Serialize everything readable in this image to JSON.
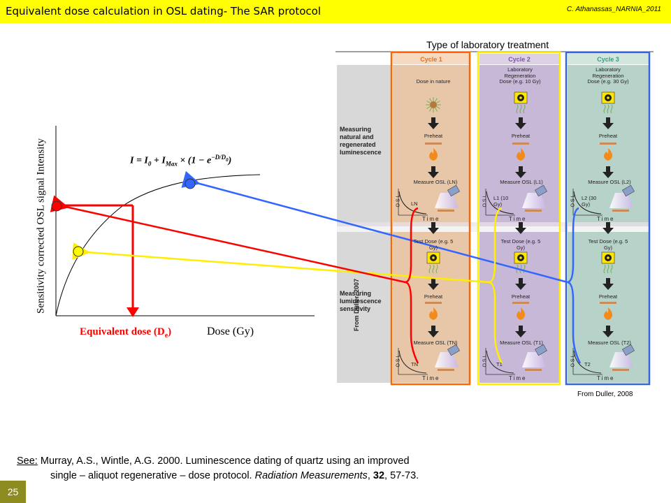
{
  "header": {
    "title": "Equivalent dose calculation in OSL dating- The SAR protocol",
    "author": "C. Athanassas_NARNIA_2011"
  },
  "graph": {
    "ylabel": "Sensitivity corrected OSL  signal Intensity",
    "xlabel_eq": "Equivalent dose (De)",
    "xlabel_dose": "Dose (Gy)",
    "formula": "I = I0 + IMax × (1 − e^(−D/D0))"
  },
  "figure": {
    "title": "Type of laboratory treatment",
    "row_labels": {
      "natural": "Measuring natural and regenerated luminescence",
      "sensitivity": "Measuring luminescence sensitivity"
    },
    "side_credit": "From Duller, 2007",
    "cycles": [
      {
        "name": "Cycle 1",
        "dose": "Dose in nature",
        "preheat": "Preheat",
        "measure": "Measure OSL (LN)",
        "curve": "LN",
        "testdose": "Test Dose (e.g. 5 Gy)",
        "preheat2": "Preheat",
        "measure2": "Measure OSL (TN)",
        "curve2": "TN"
      },
      {
        "name": "Cycle 2",
        "dose": "Laboratory Regeneration Dose (e.g. 10 Gy)",
        "preheat": "Preheat",
        "measure": "Measure OSL (L1)",
        "curve": "L1 (10 Gy)",
        "testdose": "Test Dose (e.g. 5 Gy)",
        "preheat2": "Preheat",
        "measure2": "Measure OSL (T1)",
        "curve2": "T1"
      },
      {
        "name": "Cycle 3",
        "dose": "Laboratory Regeneration Dose (e.g. 30 Gy)",
        "preheat": "Preheat",
        "measure": "Measure OSL (L2)",
        "curve": "L2 (30 Gy)",
        "testdose": "Test Dose (e.g. 5 Gy)",
        "preheat2": "Preheat",
        "measure2": "Measure OSL (T2)",
        "curve2": "T2"
      }
    ],
    "axis_time": "Time",
    "axis_osl": "OSL",
    "credit": "From Duller, 2008"
  },
  "reference": {
    "see": "See:",
    "line1": "Murray, A.S., Wintle,  A.G. 2000.  Luminescence dating of quartz using an improved",
    "line2_a": "single – aliquot regenerative – dose protocol. ",
    "journal": "Radiation Measurements",
    "line2_b": ", ",
    "volume": "32",
    "pages": ", 57-73."
  },
  "page_number": "25",
  "colors": {
    "header_bg": "#ffff00",
    "red": "#ff0000",
    "yellow": "#ffff00",
    "blue": "#3366ff",
    "cycle1": "#ff6600",
    "cycle2": "#ffee00",
    "cycle3": "#3366dd"
  }
}
